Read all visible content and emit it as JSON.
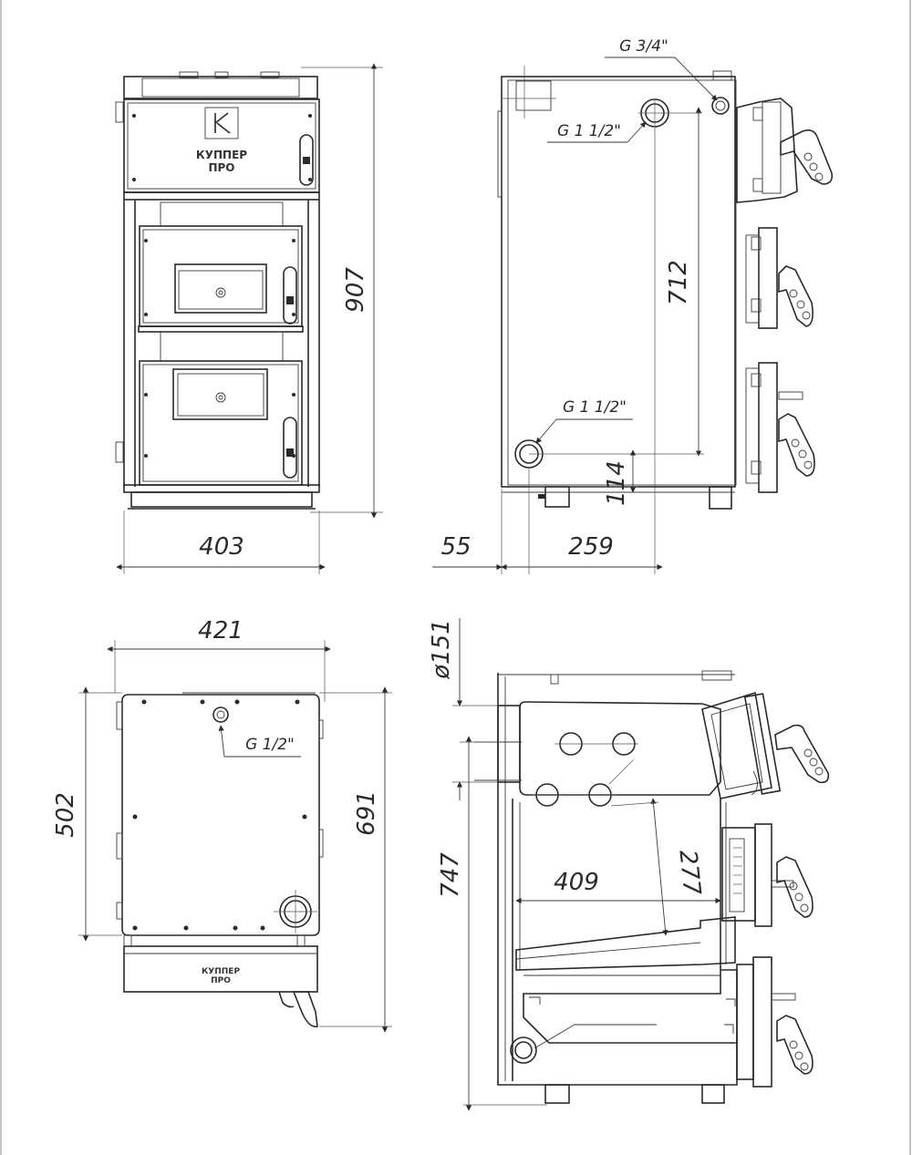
{
  "front_view": {
    "dim_width": "403",
    "dim_height": "907",
    "logo_line1": "КУППЕР",
    "logo_line2": "ПРО"
  },
  "side_view": {
    "label_g34": "G 3/4\"",
    "label_g112_top": "G 1 1/2\"",
    "label_g112_bottom": "G 1 1/2\"",
    "dim_712": "712",
    "dim_114": "114",
    "dim_55": "55",
    "dim_259": "259"
  },
  "top_view": {
    "dim_421": "421",
    "dim_502": "502",
    "dim_691": "691",
    "label_g12": "G 1/2\""
  },
  "section_view": {
    "dim_151": "ø151",
    "dim_747": "747",
    "dim_409": "409",
    "dim_277": "277"
  }
}
